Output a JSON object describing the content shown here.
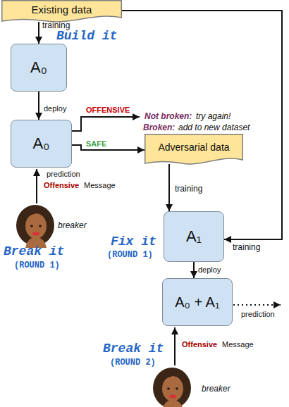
{
  "diagram": {
    "nodes": [
      {
        "text": [
          "Existing data"
        ]
      },
      {
        "text": [
          "A₀"
        ]
      },
      {
        "text": [
          "A₀"
        ]
      },
      {
        "text": [
          "Adversarial data"
        ]
      },
      {
        "text": [
          "A₁"
        ]
      },
      {
        "text": [
          "A₀ + A₁"
        ]
      }
    ],
    "edges": [
      {
        "from": 0,
        "to": 1,
        "arrow": "to",
        "label": "training"
      },
      {
        "from": 1,
        "to": 2,
        "arrow": "to",
        "label": "deploy"
      },
      {
        "from": 2,
        "to": 3,
        "arrow": "to",
        "label": "SAFE"
      },
      {
        "from": 3,
        "to": 4,
        "arrow": "to",
        "label": "training"
      },
      {
        "from": 0,
        "to": 4,
        "arrow": "to",
        "label": "training"
      },
      {
        "from": 4,
        "to": 5,
        "arrow": "to",
        "label": "deploy"
      }
    ],
    "labels": [
      "Build it",
      "OFFENSIVE",
      "Not broken:",
      "try again!",
      "Broken:",
      "add to new dataset",
      "prediction",
      "Offensive",
      "Message",
      "breaker",
      "Break it",
      "(ROUND 1)",
      "Fix it",
      "(ROUND 1)",
      "prediction",
      "Offensive",
      "Message",
      "breaker",
      "Break it",
      "(ROUND 2)"
    ]
  }
}
